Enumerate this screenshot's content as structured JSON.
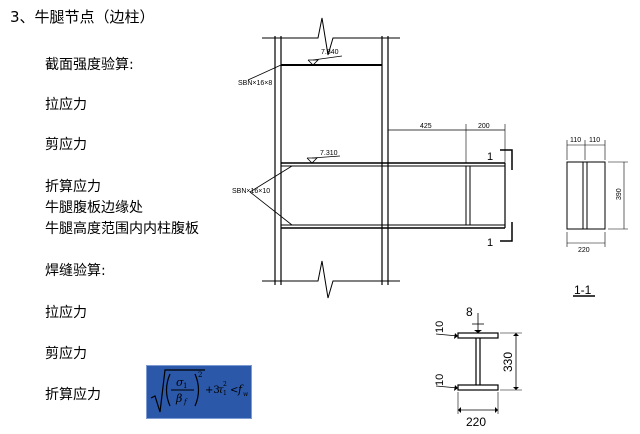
{
  "heading": "3、牛腿节点（边柱）",
  "items": [
    "截面强度验算:",
    "拉应力",
    "剪应力",
    "折算应力",
    "牛腿腹板边缘处",
    "牛腿高度范围内内柱腹板",
    "焊缝验算:",
    "拉应力",
    "剪应力",
    "折算应力"
  ],
  "drawing": {
    "elev_top": "7.840",
    "elev_bracket": "7.310",
    "stiffener_top": "SBN×16×8",
    "stiffener_mid": "SBN×16×10",
    "dim_425": "425",
    "dim_200": "200",
    "section_mark_top": "1",
    "section_mark_bottom": "1",
    "sec_w1": "110",
    "sec_w2": "110",
    "sec_h": "390",
    "sec_b": "220",
    "sec_name": "1-1",
    "weld_size_top": "10",
    "weld_size_bottom": "10",
    "flange_thk": "8",
    "beam_h": "330",
    "beam_b": "220"
  },
  "formula": {
    "sigma": "σ",
    "sigma_sub": "1",
    "beta": "β",
    "beta_sub": "f",
    "exp": "2",
    "plus": "+3",
    "tau": "τ",
    "tau_sub": "1",
    "tau_exp": "2",
    "lt": "<",
    "fw": "f",
    "fw_sub": "w"
  }
}
